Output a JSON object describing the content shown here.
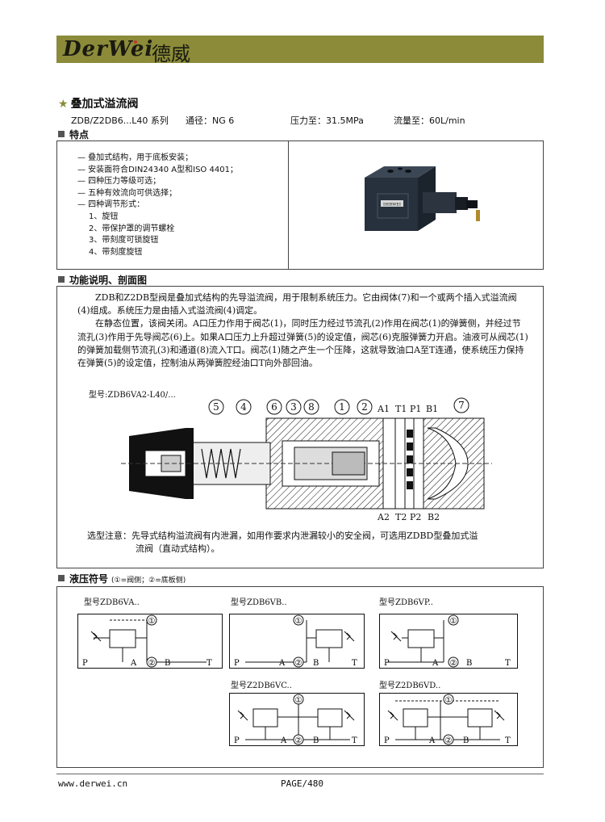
{
  "brand": {
    "logo": "DerWei",
    "logo_cn": "德威",
    "accent": "#8b8b3a"
  },
  "title": "叠加式溢流阀",
  "specs": {
    "series": "ZDB/Z2DB6...L40 系列",
    "size": "通径：NG 6",
    "pressure": "压力至：31.5MPa",
    "flow": "流量至：60L/min"
  },
  "sections": {
    "features": "特点",
    "function": "功能说明、剖面图",
    "symbols": "液压符号",
    "symbols_note": "(①=阀侧；②=底板侧)"
  },
  "features": [
    "— 叠加式结构，用于底板安装；",
    "— 安装面符合DIN24340 A型和ISO 4401；",
    "— 四种压力等级可选；",
    "— 五种有效流向可供选择；",
    "— 四种调节形式：",
    "1、旋钮",
    "2、带保护罩的调节螺栓",
    "3、带刻度可锁旋钮",
    "4、带刻度旋钮"
  ],
  "product_label": "DERWEI",
  "description": [
    "ZDB和Z2DB型阀是叠加式结构的先导溢流阀，用于限制系统压力。它由阀体(7)和一个或两个插入式溢流阀(4)组成。系统压力是由插入式溢流阀(4)调定。",
    "在静态位置，该阀关闭。A口压力作用于阀芯(1)，同时压力经过节流孔(2)作用在阀芯(1)的弹簧侧，并经过节流孔(3)作用于先导阀芯(6)上。如果A口压力上升超过弹簧(5)的设定值，阀芯(6)克服弹簧力开启。油液可从阀芯(1)的弹簧加载侧节流孔(3)和通道(8)流入T口。阀芯(1)随之产生一个压降，这就导致油口A至T连通，使系统压力保持在弹簧(5)的设定值，控制油从两弹簧腔经油口T向外部回油。"
  ],
  "section_model": "型号:ZDB6VA2-L40/...",
  "callouts": [
    "5",
    "4",
    "6",
    "3",
    "8",
    "1",
    "2",
    "7"
  ],
  "ports_top": [
    "A1",
    "T1",
    "P1",
    "B1"
  ],
  "ports_bottom": [
    "A2",
    "T2",
    "P2",
    "B2"
  ],
  "note": {
    "line1": "选型注意：先导式结构溢流阀有内泄漏，如用作要求内泄漏较小的安全阀，可选用ZDBD型叠加式溢",
    "line2": "流阀（直动式结构）。"
  },
  "symbols": [
    {
      "model": "型号ZDB6VA..",
      "ports": [
        "P",
        "A",
        "B",
        "T"
      ]
    },
    {
      "model": "型号ZDB6VB..",
      "ports": [
        "P",
        "A",
        "B",
        "T"
      ]
    },
    {
      "model": "型号ZDB6VP..",
      "ports": [
        "P",
        "A",
        "B",
        "T"
      ]
    },
    {
      "model": "型号Z2DB6VC..",
      "ports": [
        "P",
        "A",
        "B",
        "T"
      ]
    },
    {
      "model": "型号Z2DB6VD..",
      "ports": [
        "P",
        "A",
        "B",
        "T"
      ]
    }
  ],
  "markers": {
    "valve_side": "①",
    "plate_side": "②"
  },
  "footer": {
    "url": "www.derwei.cn",
    "page": "PAGE/480"
  }
}
